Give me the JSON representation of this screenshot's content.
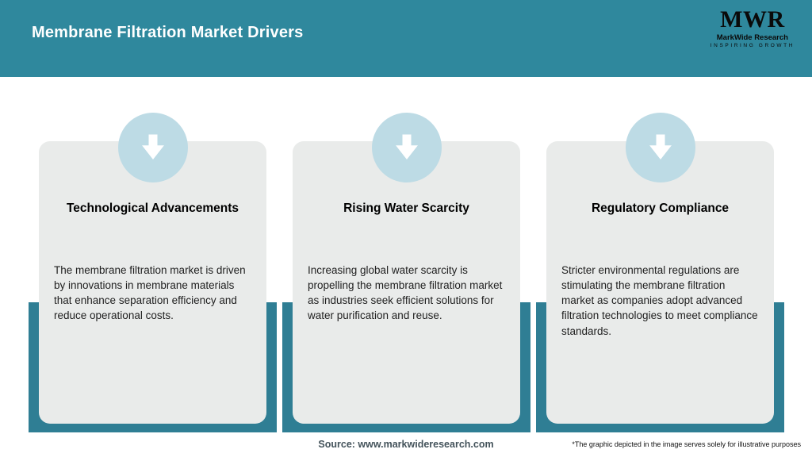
{
  "header": {
    "title": "Membrane Filtration Market Drivers",
    "logo": {
      "acronym": "MWR",
      "name": "MarkWide Research",
      "tagline": "INSPIRING GROWTH"
    }
  },
  "cards": [
    {
      "title": "Technological Advancements",
      "body": "The membrane filtration market is driven by innovations in membrane materials that enhance separation efficiency and reduce operational costs."
    },
    {
      "title": "Rising Water Scarcity",
      "body": "Increasing global water scarcity is propelling the membrane filtration market as industries seek efficient solutions for water purification and reuse."
    },
    {
      "title": "Regulatory Compliance",
      "body": "Stricter environmental regulations are stimulating the membrane filtration market as companies adopt advanced filtration technologies to meet compliance standards."
    }
  ],
  "footer": {
    "source": "Source: www.markwideresearch.com",
    "disclaimer": "*The graphic depicted in the image serves solely for illustrative purposes"
  },
  "colors": {
    "header_teal": "#2f889d",
    "backdrop_teal": "#2f7e94",
    "card_gray": "#e9ebea",
    "circle_blue": "#bddbe5",
    "arrow_white": "#ffffff"
  }
}
